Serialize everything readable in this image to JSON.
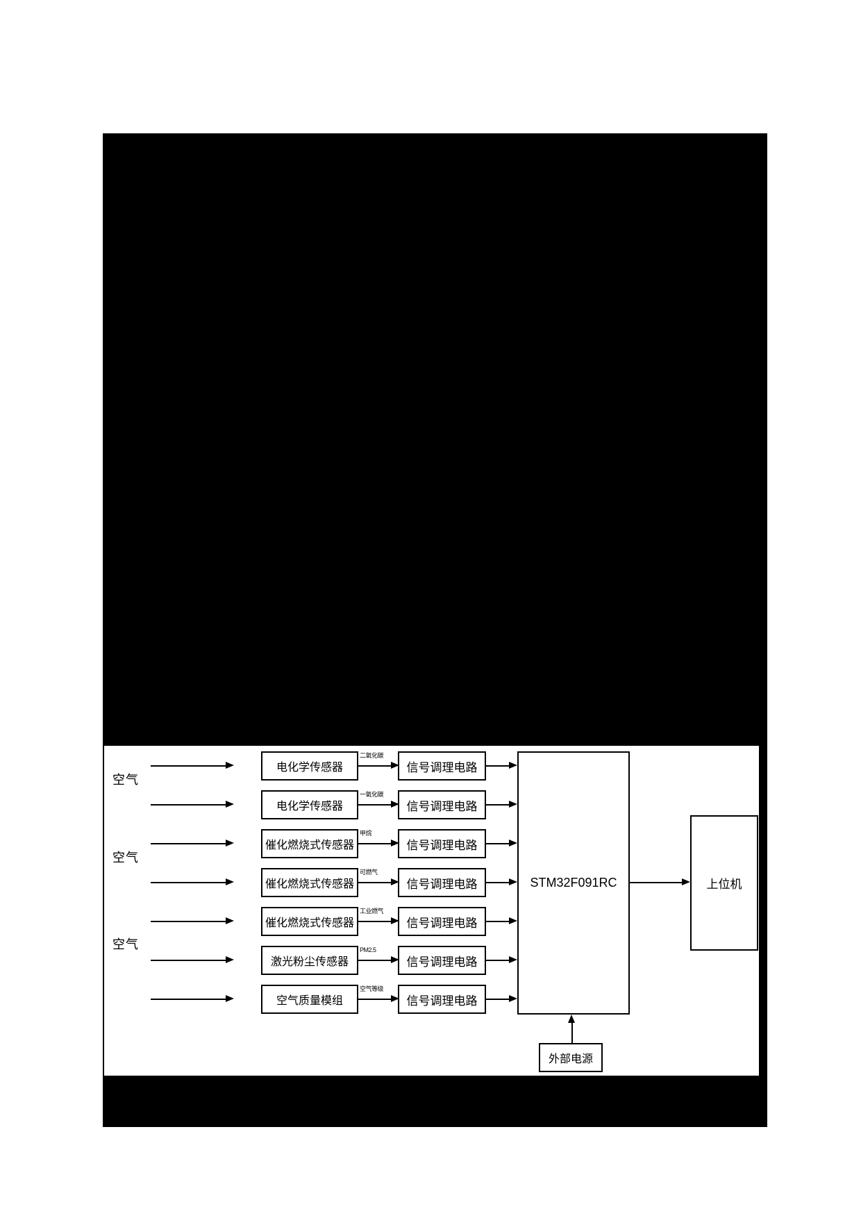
{
  "diagram": {
    "air_label": "空气",
    "rows": [
      {
        "sensor": "电化学传感器",
        "gas": "二氧化碳",
        "signal": "信号调理电路"
      },
      {
        "sensor": "电化学传感器",
        "gas": "一氧化碳",
        "signal": "信号调理电路"
      },
      {
        "sensor": "催化燃烧式传感器",
        "gas": "甲烷",
        "signal": "信号调理电路"
      },
      {
        "sensor": "催化燃烧式传感器",
        "gas": "可燃气",
        "signal": "信号调理电路"
      },
      {
        "sensor": "催化燃烧式传感器",
        "gas": "工业燃气",
        "signal": "信号调理电路"
      },
      {
        "sensor": "激光粉尘传感器",
        "gas": "PM2.5",
        "signal": "信号调理电路"
      },
      {
        "sensor": "空气质量模组",
        "gas": "空气等级",
        "signal": "信号调理电路"
      }
    ],
    "mcu_label": "STM32F091RC",
    "host_label": "上位机",
    "power_label": "外部电源"
  },
  "colors": {
    "line": "#000000",
    "box_background": "#ffffff",
    "redaction_block": "#000000",
    "page_background": "#ffffff"
  }
}
